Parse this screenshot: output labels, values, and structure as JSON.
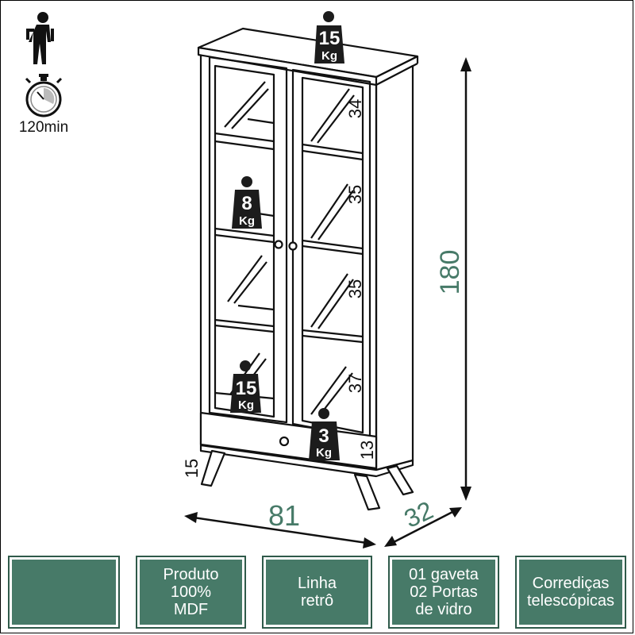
{
  "assembly": {
    "person_icon": "person-assembler-icon",
    "timer_icon": "stopwatch-icon",
    "time": "120min"
  },
  "dimensions": {
    "height": "180",
    "width": "81",
    "depth": "32",
    "legs": "15",
    "drawer": "13",
    "shelf_1": "34",
    "shelf_2": "35",
    "shelf_3": "35",
    "shelf_4": "37"
  },
  "weights": {
    "top": {
      "value": "15",
      "unit": "Kg"
    },
    "shelf": {
      "value": "8",
      "unit": "Kg"
    },
    "bottom": {
      "value": "15",
      "unit": "Kg"
    },
    "drawer": {
      "value": "3",
      "unit": "Kg"
    }
  },
  "badges": [
    {
      "lines": []
    },
    {
      "lines": [
        "Produto",
        "100%",
        "MDF"
      ]
    },
    {
      "lines": [
        "Linha",
        "retrô"
      ]
    },
    {
      "lines": [
        "01 gaveta",
        "02 Portas",
        "de vidro"
      ]
    },
    {
      "lines": [
        "Corrediças",
        "telescópicas"
      ]
    }
  ],
  "colors": {
    "accent": "#477a68",
    "line": "#111111",
    "weight_fill": "#1c1c1c"
  }
}
